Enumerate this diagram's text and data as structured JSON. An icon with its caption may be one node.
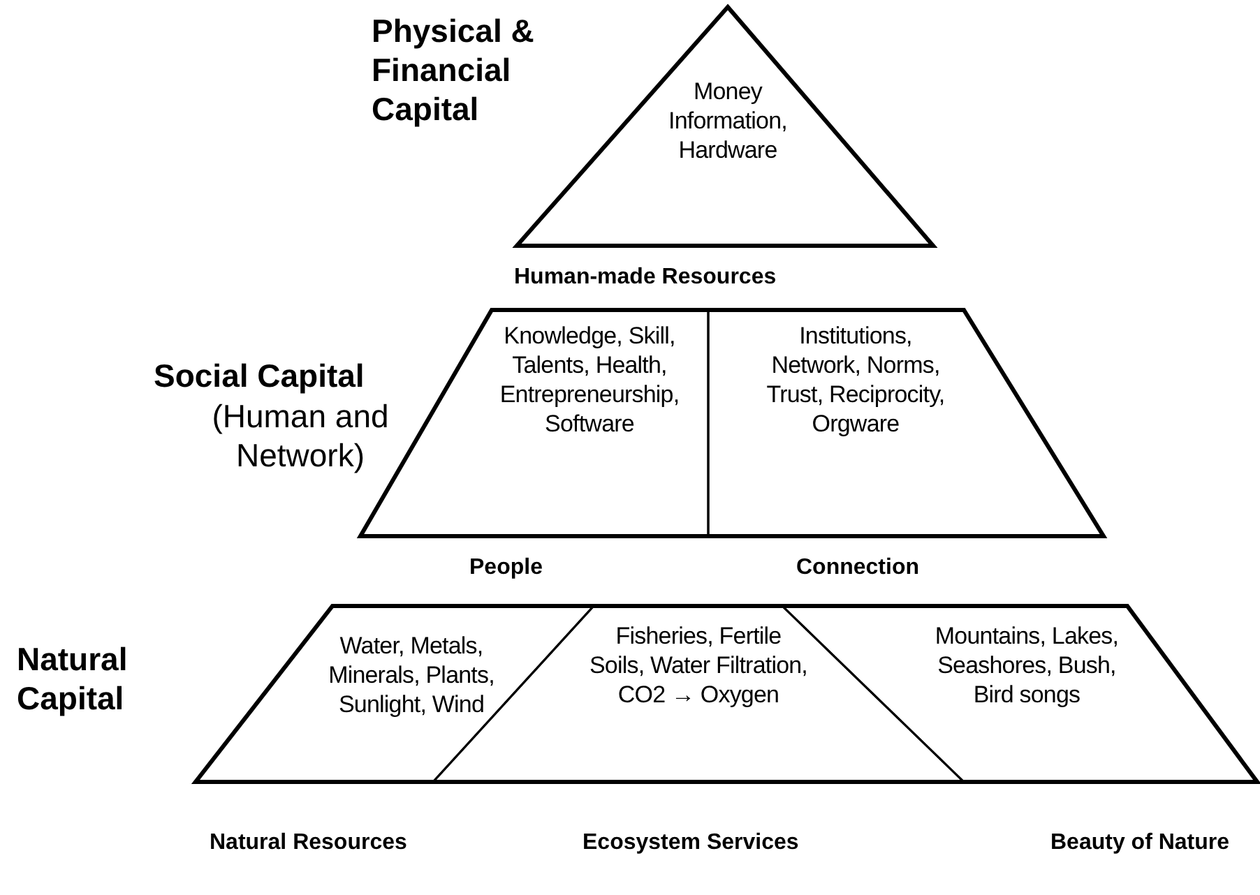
{
  "diagram": {
    "nodes": [
      {
        "text": [
          "Physical & Financial Capital",
          "Money Information, Hardware"
        ],
        "beside": [
          "Human-made Resources"
        ]
      },
      {
        "text": [
          "Social Capital",
          "(Human and Network)"
        ]
      },
      {
        "text": [
          "Knowledge, Skill, Talents, Health, Entrepreneurship, Software"
        ],
        "beside": [
          "People"
        ],
        "in": 1
      },
      {
        "text": [
          "Institutions, Network, Norms, Trust, Reciprocity, Orgware"
        ],
        "beside": [
          "Connection"
        ],
        "in": 1
      },
      {
        "text": [
          "Natural Capital"
        ]
      },
      {
        "text": [
          "Water, Metals, Minerals, Plants, Sunlight, Wind"
        ],
        "beside": [
          "Natural Resources"
        ],
        "in": 4
      },
      {
        "text": [
          "Fisheries, Fertile Soils, Water Filtration, CO2 → Oxygen"
        ],
        "beside": [
          "Ecosystem Services"
        ],
        "in": 4
      },
      {
        "text": [
          "Mountains, Lakes, Seashores, Bush, Bird songs"
        ],
        "beside": [
          "Beauty of Nature"
        ],
        "in": 4
      }
    ]
  }
}
